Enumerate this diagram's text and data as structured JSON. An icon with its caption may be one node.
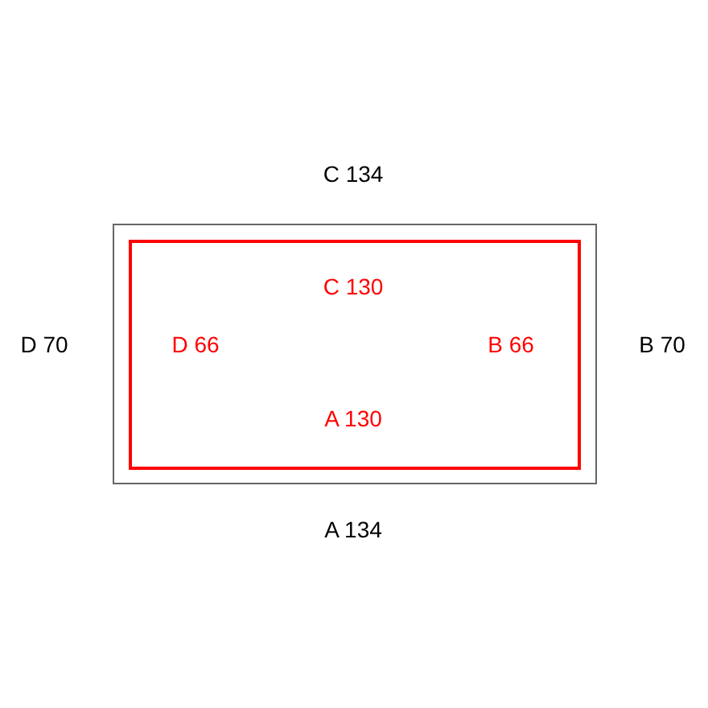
{
  "diagram": {
    "nodes": [
      {
        "text": [],
        "shape": "box",
        "beside": [
          "C 134",
          "D 70",
          "B 70",
          "A 134"
        ]
      },
      {
        "text": [
          "C 130",
          "D 66",
          "B 66",
          "A 130"
        ],
        "in": 0
      }
    ]
  }
}
